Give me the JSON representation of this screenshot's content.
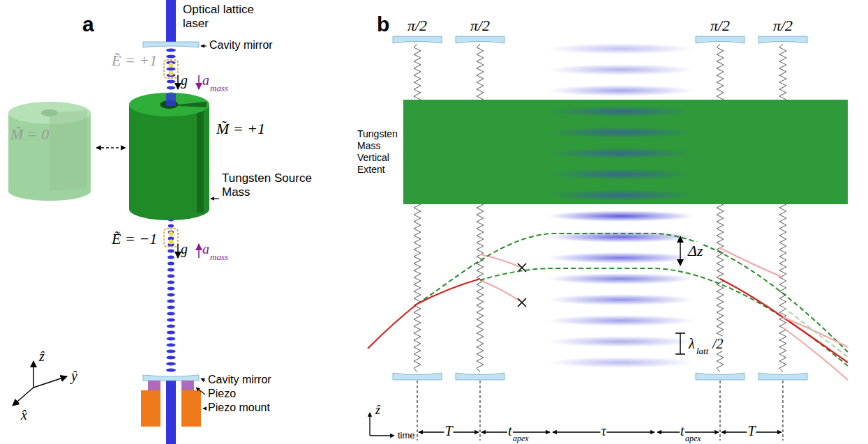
{
  "diagram": {
    "nodes": [
      {
        "text": [
          "Tungsten Mass Vertical Extent"
        ]
      }
    ],
    "labels": [
      "a",
      "Optical lattice laser",
      "Cavity mirror",
      "Ẽ = +1",
      "g",
      "a",
      "mass",
      "M̃ = 0",
      "M̃ = +1",
      "Tungsten Source Mass",
      "Ẽ = −1",
      "g",
      "a",
      "mass",
      "Cavity mirror",
      "Piezo",
      "Piezo mount",
      "ẑ",
      "ŷ",
      "x̂",
      "b",
      "π/2",
      "π/2",
      "π/2",
      "π/2",
      "Δz",
      "λ",
      "latt",
      "/2",
      "ẑ",
      "time",
      "T",
      "t",
      "apex",
      "τ",
      "t",
      "apex",
      "T"
    ]
  }
}
